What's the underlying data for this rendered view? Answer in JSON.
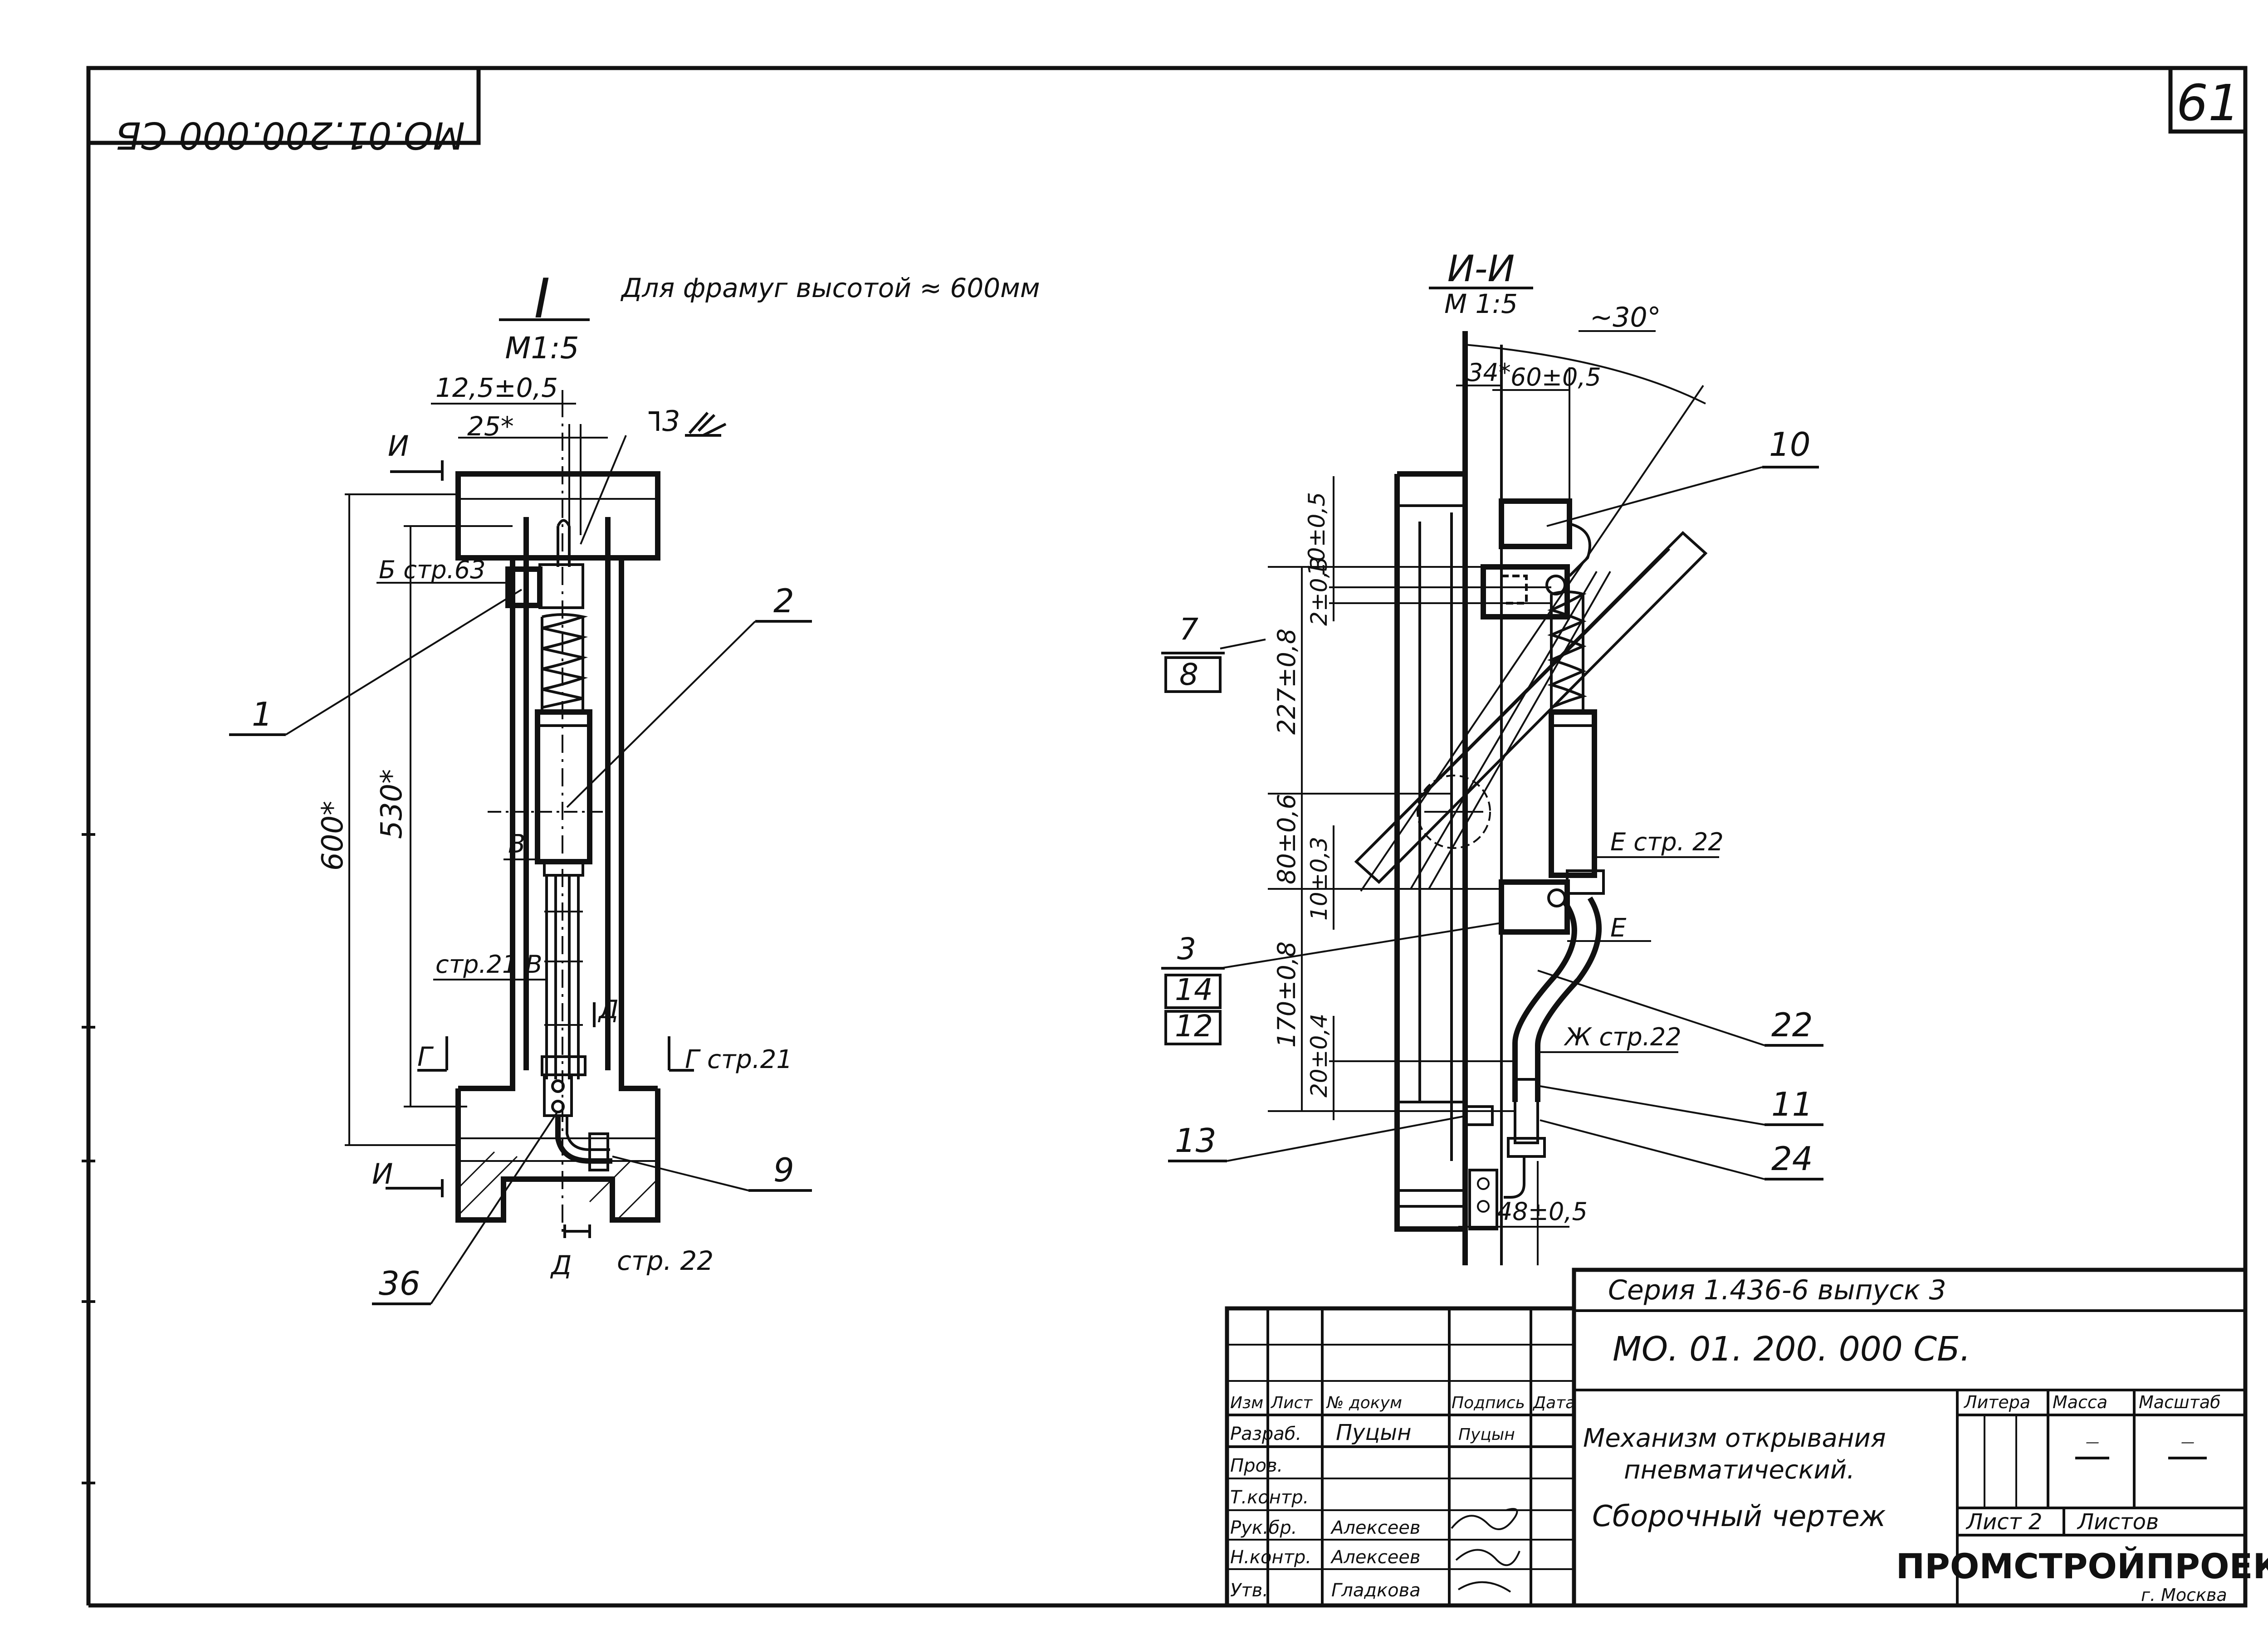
{
  "header": {
    "mirrored_code": "МО.01.200.000 СБ",
    "sheet_no": "61"
  },
  "view1": {
    "section": "I",
    "scale": "М1:5",
    "note": "Для фрамуг высотой ≈ 600мм",
    "dim_offset": "12,5±0,5",
    "dim_width": "25*",
    "weld": "3",
    "dim_height": "600*",
    "dim_inner": "530*",
    "ref_b": "Б стр.63",
    "ref_v": "В",
    "ref_v2": "стр.21 В",
    "ref_d": "Д",
    "ref_g": "Г",
    "ref_g_right": "Г стр.21",
    "ref_i": "И",
    "ref_d_bottom": "Д",
    "ref_d_page": "стр. 22",
    "callouts": [
      "1",
      "2",
      "9",
      "36"
    ]
  },
  "view2": {
    "section": "И-И",
    "scale": "М 1:5",
    "angle": "~30°",
    "dim_34": "34*",
    "dim_60": "60±0,5",
    "dim_10a": "10±0,5",
    "dim_2": "2±0,3",
    "dim_227": "227±0,8",
    "dim_80": "80±0,6",
    "dim_10b": "10±0,3",
    "dim_170": "170±0,8",
    "dim_20": "20±0,4",
    "dim_48": "48±0,5",
    "ref_e": "Е стр. 22",
    "ref_e2": "Е",
    "ref_zh": "Ж стр.22",
    "callouts": [
      "10",
      "22",
      "11",
      "24",
      "13"
    ],
    "fraction_7_8": [
      "7",
      "8"
    ],
    "stack_3_14_12": [
      "3",
      "14",
      "12"
    ]
  },
  "title_block": {
    "series": "Серия   1.436-6   выпуск 3",
    "code": "МО. 01. 200. 000 СБ.",
    "title_line1": "Механизм открывания",
    "title_line2": "пневматический.",
    "title_line3": "Сборочный чертеж",
    "col_headers": [
      "Изм",
      "Лист",
      "№ докум",
      "Подпись",
      "Дата"
    ],
    "roles": [
      "Разраб.",
      "Пров.",
      "Т.контр.",
      "Рук.бр.",
      "Н.контр.",
      "Утв."
    ],
    "names": [
      "Пуцын",
      "",
      "",
      "Алексеев",
      "Алексеев",
      "Гладкова"
    ],
    "signs": [
      "Пуцын",
      "",
      "",
      "",
      "",
      ""
    ],
    "litera_label": "Литера",
    "mass_label": "Масса",
    "scale_label": "Масштаб",
    "mass_value": "—",
    "scale_value": "—",
    "sheet_label": "Лист 2",
    "sheets_label": "Листов",
    "org": "ПРОМСТРОЙПРОЕКТ",
    "city": "г. Москва"
  }
}
